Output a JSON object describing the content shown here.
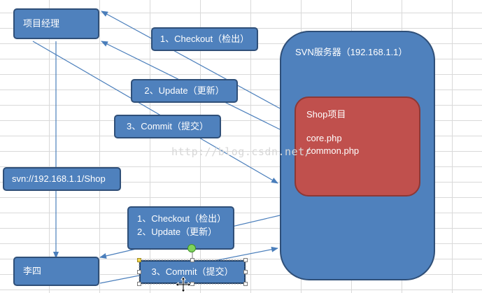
{
  "watermark": "http://blog.csdn.net/",
  "project_manager": {
    "label": "项目经理"
  },
  "developer": {
    "label": "李四"
  },
  "svn_url": {
    "label": "svn://192.168.1.1/Shop"
  },
  "svn_server": {
    "label": "SVN服务器（192.168.1.1）",
    "repo": {
      "title": "Shop项目",
      "files": [
        "core.php",
        "common.php"
      ]
    }
  },
  "steps_manager": {
    "checkout": "1、Checkout（检出）",
    "update": "2、Update（更新）",
    "commit": "3、Commit（提交）"
  },
  "steps_developer": {
    "checkout": "1、Checkout（检出）",
    "update": "2、Update（更新）",
    "commit": "3、Commit（提交）"
  },
  "colors": {
    "box_fill": "#4f81bd",
    "box_border": "#2f4f78",
    "repo_fill": "#c0504d",
    "arrow": "#4a7ebb",
    "text": "#ffffff"
  }
}
